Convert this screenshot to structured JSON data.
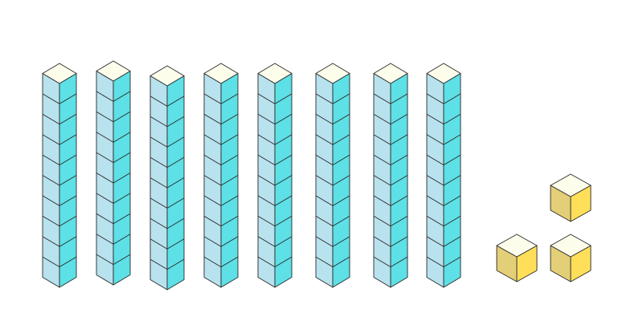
{
  "blocks": {
    "rods": {
      "count": 8,
      "cubes_per_rod": 10
    },
    "units": {
      "count": 3
    }
  },
  "colors": {
    "rod_top": "#fdfdeb",
    "rod_left": "#b8e2ee",
    "rod_right": "#5de0e6",
    "unit_top": "#fdfdeb",
    "unit_left": "#e3cf78",
    "unit_right": "#ffdf5a",
    "outline": "#2a2a2a"
  }
}
